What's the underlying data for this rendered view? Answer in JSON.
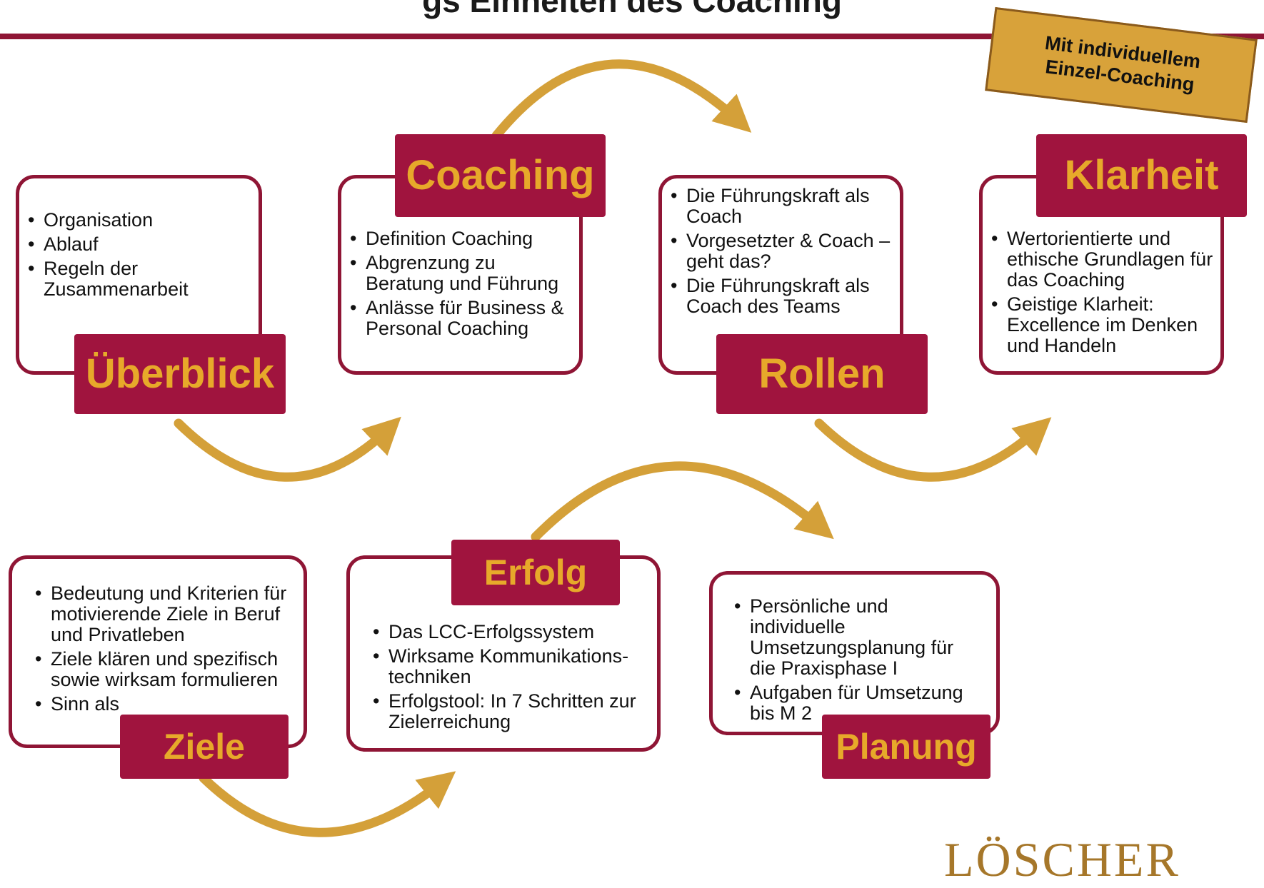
{
  "colors": {
    "frame": "#8f1535",
    "label_bg": "#a0143e",
    "label_text": "#e7a92a",
    "arrow": "#d4a039",
    "badge": "#d8a23a"
  },
  "header": {
    "title": "gs Einheiten des Coaching"
  },
  "badge": {
    "line1": "Mit individuellem",
    "line2": "Einzel-Coaching"
  },
  "modules": [
    {
      "label": "Überblick",
      "items": [
        "Organisation",
        "Ablauf",
        "Regeln der Zusammenarbeit"
      ]
    },
    {
      "label": "Coaching",
      "items": [
        "Definition Coaching",
        "Abgrenzung zu Beratung und Führung",
        "Anlässe für Business & Personal Coaching"
      ]
    },
    {
      "label": "Rollen",
      "items": [
        "Die Führungskraft als Coach",
        "Vorgesetzter & Coach – geht das?",
        "Die Führungskraft als Coach des Teams"
      ]
    },
    {
      "label": "Klarheit",
      "items": [
        "Wertorientierte und ethische Grundlagen für das Coaching",
        "Geistige Klarheit: Excellence im Denken und Handeln"
      ]
    },
    {
      "label": "Ziele",
      "items": [
        "Bedeutung und Kriterien für motivierende Ziele in Beruf und Privatleben",
        "Ziele klären und spezifisch sowie wirksam formulieren",
        "Sinn als"
      ]
    },
    {
      "label": "Erfolg",
      "items": [
        "Das LCC-Erfolgssystem",
        "Wirksame Kommunikations-techniken",
        "Erfolgstool: In 7 Schritten zur  Zielerreichung"
      ]
    },
    {
      "label": "Planung",
      "items": [
        "Persönliche und individuelle Umsetzungsplanung für die Praxisphase I",
        "Aufgaben für Umsetzung bis M 2"
      ]
    }
  ],
  "logo": {
    "text": "LÖSCHER"
  }
}
